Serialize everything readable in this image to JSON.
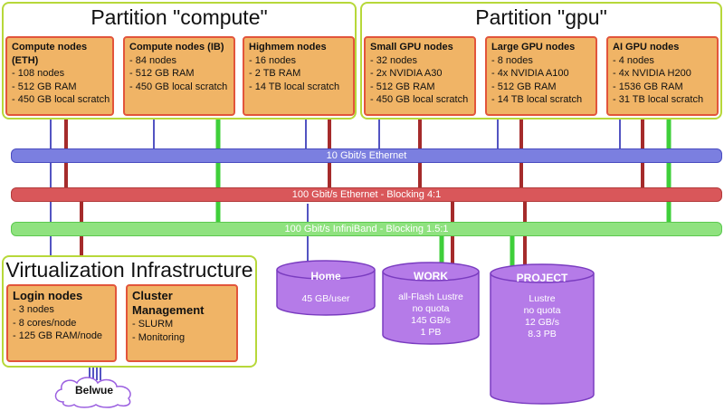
{
  "partitions": {
    "compute": {
      "title": "Partition \"compute\""
    },
    "gpu": {
      "title": "Partition \"gpu\""
    },
    "virt": {
      "title": "Virtualization Infrastructure"
    }
  },
  "nodes": [
    {
      "title": "Compute nodes (ETH)",
      "lines": [
        "- 108 nodes",
        "- 512 GB RAM",
        "- 450 GB local scratch"
      ]
    },
    {
      "title": "Compute nodes (IB)",
      "lines": [
        "- 84 nodes",
        "- 512 GB RAM",
        "- 450 GB local scratch"
      ]
    },
    {
      "title": "Highmem nodes",
      "lines": [
        "- 16 nodes",
        "- 2 TB RAM",
        "- 14 TB local scratch"
      ]
    },
    {
      "title": "Small GPU nodes",
      "lines": [
        "- 32 nodes",
        "- 2x NVIDIA A30",
        "- 512 GB RAM",
        "- 450 GB local scratch"
      ]
    },
    {
      "title": "Large GPU nodes",
      "lines": [
        "- 8 nodes",
        "- 4x NVIDIA A100",
        "- 512 GB RAM",
        "- 14 TB local scratch"
      ]
    },
    {
      "title": "AI GPU nodes",
      "lines": [
        "- 4 nodes",
        "- 4x NVIDIA H200",
        "- 1536 GB RAM",
        "- 31 TB local scratch"
      ]
    },
    {
      "title": "Login nodes",
      "lines": [
        "- 3 nodes",
        "- 8 cores/node",
        "- 125 GB RAM/node"
      ]
    },
    {
      "title": "Cluster Management",
      "lines": [
        "- SLURM",
        "- Monitoring"
      ]
    }
  ],
  "networks": {
    "ethernet10": "10 Gbit/s Ethernet",
    "ethernet100": "100 Gbit/s Ethernet - Blocking 4:1",
    "infiniband": "100 Gbit/s InfiniBand - Blocking 1.5:1"
  },
  "storage": [
    {
      "title": "Home",
      "lines": [
        "45 GB/user"
      ]
    },
    {
      "title": "WORK",
      "lines": [
        "all-Flash Lustre",
        "no quota",
        "145 GB/s",
        "1 PB"
      ]
    },
    {
      "title": "PROJECT",
      "lines": [
        "Lustre",
        "no quota",
        "12 GB/s",
        "8.3 PB"
      ]
    }
  ],
  "external": {
    "label": "Belwue"
  },
  "colors": {
    "partition_border": "#b7d83a",
    "node_fill": "#f0b466",
    "node_border": "#e2553b",
    "eth10": "#7b7fe0",
    "eth100": "#d9575a",
    "infiniband": "#8fe27f",
    "storage": "#b57be8",
    "eth10_line": "#5354c2",
    "eth100_line": "#a52b2b",
    "ib_line": "#3fcf3a"
  }
}
